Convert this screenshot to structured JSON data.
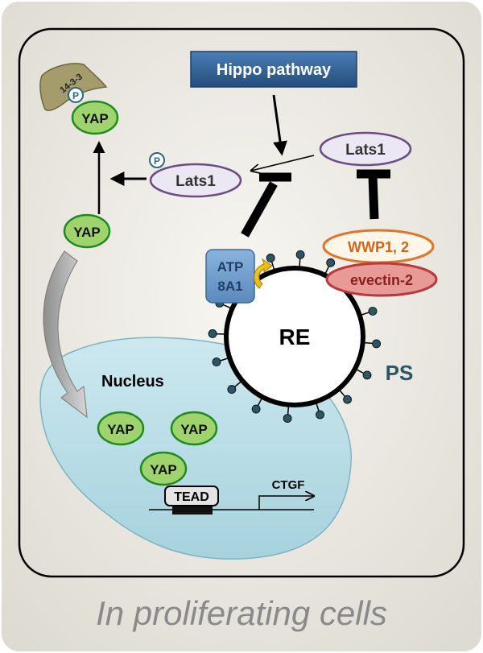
{
  "diagram": {
    "hippo_pathway": "Hippo pathway",
    "lats1_top": "Lats1",
    "lats1_p": "Lats1",
    "phospho": "P",
    "yap": "YAP",
    "protein_14_3_3": "14-3-3",
    "atp8a1_line1": "ATP",
    "atp8a1_line2": "8A1",
    "wwp": "WWP1, 2",
    "evectin": "evectin-2",
    "re": "RE",
    "ps": "PS",
    "nucleus": "Nucleus",
    "tead": "TEAD",
    "ctgf": "CTGF"
  },
  "caption": "In proliferating cells",
  "colors": {
    "panel_bg": "#efede6",
    "yap_fill": "#9ed36e",
    "yap_stroke": "#1f8a1f",
    "lats_fill": "#ece8f3",
    "lats_stroke": "#6a4c86",
    "hippo_fill": "#2f5f93",
    "atp_fill": "#6e9ccc",
    "wwp_stroke": "#e0762a",
    "evectin_fill": "#e89a96",
    "evectin_stroke": "#b83a3a",
    "ps_color": "#2a5666",
    "nucleus_fill": "#b5dbe5",
    "protein1433_fill": "#a59c6c"
  }
}
